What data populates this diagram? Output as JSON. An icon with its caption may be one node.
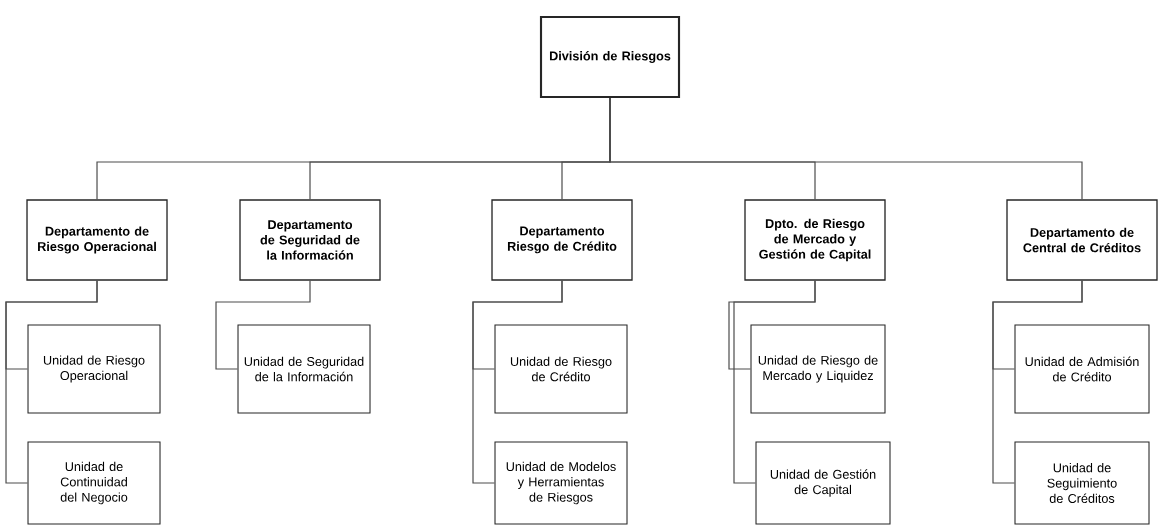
{
  "diagram": {
    "nodes": [
      {
        "text": [
          "División de Riesgos"
        ]
      },
      {
        "text": [
          "Departamento de Riesgo Operacional"
        ]
      },
      {
        "text": [
          "Departamento  de Seguridad de la Información"
        ]
      },
      {
        "text": [
          "Departamento Riesgo de Crédito"
        ]
      },
      {
        "text": [
          "Dpto. de Riesgo de Mercado y Gestión de Capital"
        ]
      },
      {
        "text": [
          "Departamento de Central de Créditos"
        ]
      },
      {
        "text": [
          "Unidad de Riesgo Operacional"
        ]
      },
      {
        "text": [
          "Unidad de Continuidad del Negocio"
        ]
      },
      {
        "text": [
          "Unidad de Seguridad de la Información"
        ]
      },
      {
        "text": [
          "Unidad de Riesgo de Crédito"
        ]
      },
      {
        "text": [
          "Unidad de Modelos y Herramientas de Riesgos"
        ]
      },
      {
        "text": [
          "Unidad de Riesgo de Mercado y Liquidez"
        ]
      },
      {
        "text": [
          "Unidad de Gestión de Capital"
        ]
      },
      {
        "text": [
          "Unidad de Admisión de Crédito"
        ]
      },
      {
        "text": [
          "Unidad de Seguimiento de Créditos"
        ]
      }
    ],
    "edges": [
      {
        "from": 0,
        "to": 1,
        "arrow": "none"
      },
      {
        "from": 0,
        "to": 2,
        "arrow": "none"
      },
      {
        "from": 0,
        "to": 3,
        "arrow": "none"
      },
      {
        "from": 0,
        "to": 4,
        "arrow": "none"
      },
      {
        "from": 0,
        "to": 5,
        "arrow": "none"
      },
      {
        "from": 1,
        "to": 6,
        "arrow": "none"
      },
      {
        "from": 1,
        "to": 7,
        "arrow": "none"
      },
      {
        "from": 2,
        "to": 8,
        "arrow": "none"
      },
      {
        "from": 3,
        "to": 9,
        "arrow": "none"
      },
      {
        "from": 3,
        "to": 10,
        "arrow": "none"
      },
      {
        "from": 4,
        "to": 11,
        "arrow": "none"
      },
      {
        "from": 4,
        "to": 12,
        "arrow": "none"
      },
      {
        "from": 5,
        "to": 13,
        "arrow": "none"
      },
      {
        "from": 5,
        "to": 14,
        "arrow": "none"
      }
    ]
  }
}
